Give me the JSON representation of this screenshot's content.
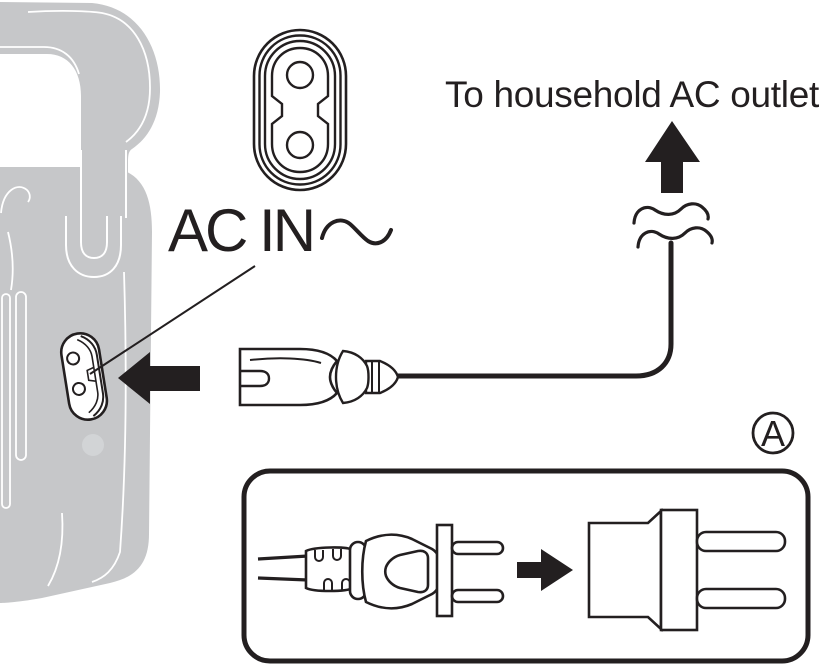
{
  "figure": {
    "kind": "appliance-manual-diagram",
    "description_labels": {
      "outlet_destination": "To household AC outlet",
      "ac_input_port": "AC IN",
      "callout_badge": "A"
    },
    "colors": {
      "line_art": "#231f20",
      "device_body_gray": "#c6c7c9",
      "screw_hole_gray": "#d2d4d6",
      "background": "#ffffff"
    },
    "icons": {
      "sine_wave": "AC waveform symbol after AC IN",
      "up_arrow": "points from cable toward household AC outlet",
      "left_arrow": "points cord plug into AC IN port of device",
      "right_arrow": "points plug into adapter inside inset box",
      "c7_connector_front": "figure-8 power connector end view",
      "c7_plug_side": "power cord connector side view",
      "us_plug": "two-prong wall plug on cord",
      "plug_adapter": "two-prong adapter block",
      "break_marks": "cable continuation wavy break lines"
    }
  }
}
